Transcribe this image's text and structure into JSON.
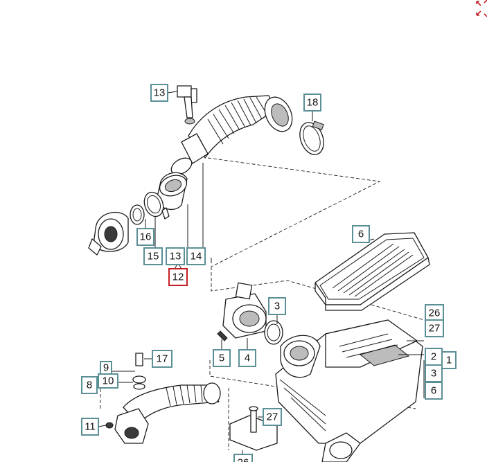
{
  "callouts": {
    "c13_top": "13",
    "c18": "18",
    "c16": "16",
    "c15": "15",
    "c13_bottom": "13",
    "c14": "14",
    "c12": "12",
    "c6_top": "6",
    "c3_mid": "3",
    "c5": "5",
    "c4": "4",
    "c26_right": "26",
    "c27_right": "27",
    "c2": "2",
    "c1": "1",
    "c3_right": "3",
    "c6_right": "6",
    "c17": "17",
    "c9": "9",
    "c8": "8",
    "c10": "10",
    "c11": "11",
    "c27_bottom": "27",
    "c26_bottom": "26"
  },
  "colors": {
    "callout_border": "#5b8f96",
    "selected_border": "#c41e24",
    "line": "#1a1a1a"
  },
  "selected_callout": "12",
  "icons": [
    "expand-arrows-icon"
  ]
}
